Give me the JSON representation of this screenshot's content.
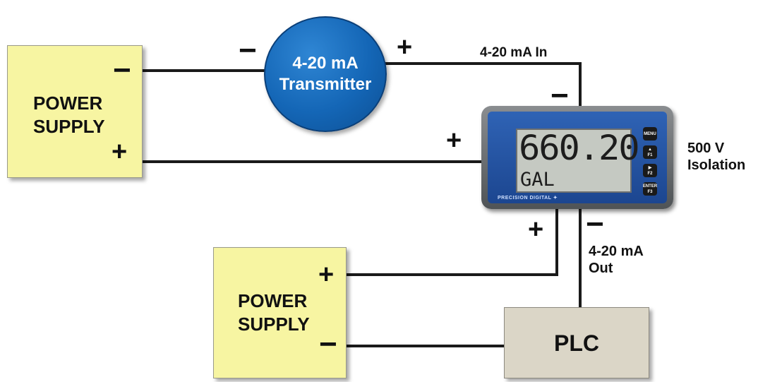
{
  "power_supply_top": {
    "label_line1": "POWER",
    "label_line2": "SUPPLY",
    "neg": "−",
    "pos": "+"
  },
  "transmitter": {
    "line1": "4-20 mA",
    "line2": "Transmitter",
    "neg": "−",
    "pos": "+"
  },
  "input_label": "4-20 mA In",
  "meter": {
    "display_value": "660.20",
    "display_unit": "GAL",
    "brand": "PRECISION DIGITAL ✦",
    "buttons": [
      "MENU",
      "F1",
      "F2",
      "ENTER F3"
    ],
    "in_neg": "−",
    "pos_left": "+",
    "out_pos": "+",
    "out_neg": "−"
  },
  "isolation_label": {
    "line1": "500 V",
    "line2": "Isolation"
  },
  "output_label": {
    "line1": "4-20 mA",
    "line2": "Out"
  },
  "power_supply_bottom": {
    "label_line1": "POWER",
    "label_line2": "SUPPLY",
    "pos": "+",
    "neg": "−"
  },
  "plc": {
    "label": "PLC"
  },
  "colors": {
    "power_supply": "#f7f5a2",
    "transmitter": "#1466b6",
    "meter_bezel": "#1c4690",
    "plc": "#dbd6c7",
    "wire": "#1a1a1a"
  }
}
